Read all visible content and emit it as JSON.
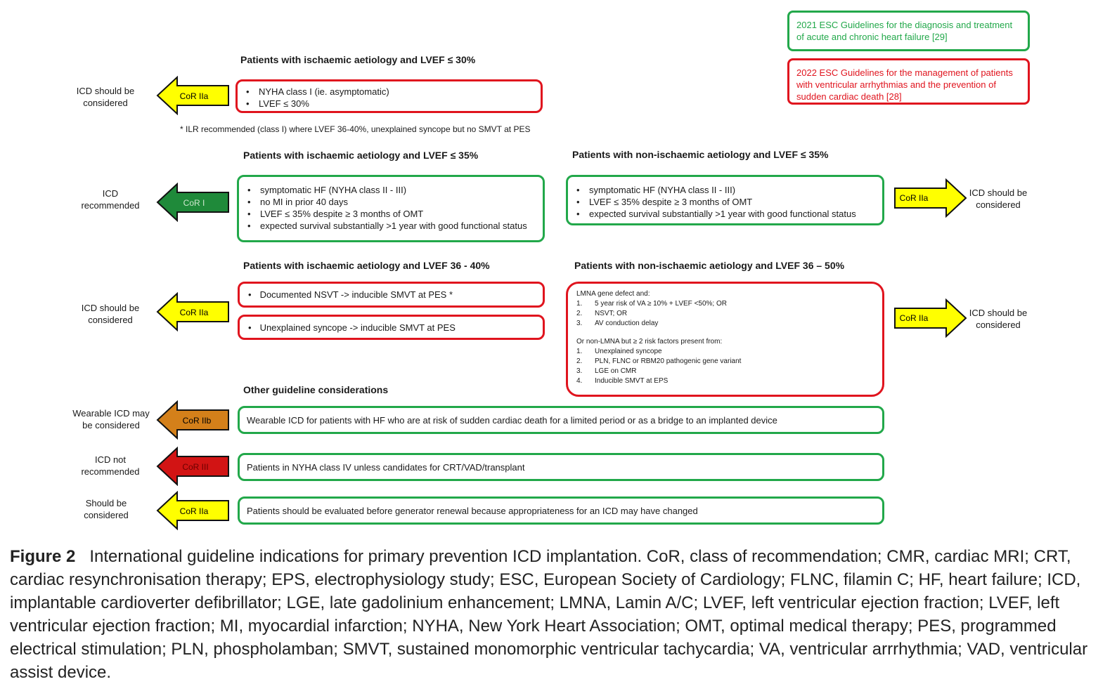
{
  "legend": {
    "esc2021": {
      "text": "2021 ESC Guidelines for the diagnosis and treatment of acute and chronic heart failure [29]",
      "color": "#22a84a"
    },
    "esc2022": {
      "text": "2022 ESC Guidelines for the management of patients with ventricular arrhythmias and the prevention of sudden cardiac death [28]",
      "color": "#e0141e"
    }
  },
  "colors": {
    "cor_I": "#1f8a3a",
    "cor_IIa": "#ffff00",
    "cor_IIb": "#d4801a",
    "cor_III": "#d21414"
  },
  "section1": {
    "heading": "Patients with ischaemic aetiology and LVEF ≤ 30%",
    "side_label": "ICD should be considered",
    "cor": "CoR IIa",
    "items": [
      "NYHA class I (ie. asymptomatic)",
      "LVEF ≤ 30%"
    ],
    "footnote": "* ILR recommended (class I) where LVEF 36-40%, unexplained syncope but no SMVT at PES"
  },
  "section2_left": {
    "heading": "Patients with ischaemic aetiology and LVEF ≤ 35%",
    "side_label": "ICD recommended",
    "cor": "CoR I",
    "items": [
      "symptomatic HF (NYHA class II - III)",
      "no MI in prior 40 days",
      "LVEF ≤ 35% despite ≥ 3 months of OMT",
      "expected survival substantially >1 year with good functional status"
    ]
  },
  "section2_right": {
    "heading": "Patients with non-ischaemic aetiology and LVEF ≤ 35%",
    "side_label": "ICD should be considered",
    "cor": "CoR IIa",
    "items": [
      "symptomatic HF (NYHA class II - III)",
      "LVEF ≤ 35% despite ≥ 3 months of OMT",
      "expected survival substantially >1 year with good functional status"
    ]
  },
  "section3_left": {
    "heading": "Patients with ischaemic aetiology and LVEF 36 - 40%",
    "side_label": "ICD should be considered",
    "cor": "CoR IIa",
    "box1": "Documented NSVT -> inducible SMVT at PES *",
    "box2": "Unexplained syncope -> inducible SMVT at PES"
  },
  "section3_right": {
    "heading": "Patients with non-ischaemic aetiology and LVEF 36 – 50%",
    "side_label": "ICD should be considered",
    "cor": "CoR IIa",
    "intro1": "LMNA gene defect and:",
    "list1": [
      {
        "n": "1.",
        "t": "5 year risk of VA ≥ 10% + LVEF <50%; OR"
      },
      {
        "n": "2.",
        "t": "NSVT; OR"
      },
      {
        "n": "3.",
        "t": "AV conduction delay"
      }
    ],
    "intro2": "Or non-LMNA but ≥ 2 risk factors present from:",
    "list2": [
      {
        "n": "1.",
        "t": "Unexplained syncope"
      },
      {
        "n": "2.",
        "t": "PLN, FLNC or RBM20 pathogenic gene variant"
      },
      {
        "n": "3.",
        "t": "LGE on CMR"
      },
      {
        "n": "4.",
        "t": "Inducible SMVT at EPS"
      }
    ]
  },
  "other": {
    "heading": "Other guideline considerations",
    "rows": [
      {
        "side_label": "Wearable ICD may be considered",
        "cor": "CoR IIb",
        "text": "Wearable ICD for patients with HF who are at risk of sudden cardiac death for a limited period or as a bridge to an implanted device"
      },
      {
        "side_label": "ICD not recommended",
        "cor": "CoR III",
        "text": "Patients in NYHA class IV unless candidates for CRT/VAD/transplant"
      },
      {
        "side_label": "Should be considered",
        "cor": "CoR IIa",
        "text": "Patients should be evaluated before generator renewal because appropriateness for an ICD may have changed"
      }
    ]
  },
  "caption": {
    "label": "Figure 2",
    "text": "International guideline indications for primary prevention ICD implantation. CoR, class of recommendation; CMR, cardiac MRI; CRT, cardiac resynchronisation therapy; EPS, electrophysiology study; ESC, European Society of Cardiology; FLNC, filamin C; HF, heart failure; ICD, implantable cardioverter defibrillator; LGE, late gadolinium enhancement; LMNA, Lamin A/C; LVEF, left ventricular ejection fraction; LVEF, left ventricular ejection fraction; MI, myocardial infarction; NYHA, New York Heart Association; OMT, optimal medical therapy; PES, programmed electrical stimulation; PLN, phospholamban; SMVT, sustained monomorphic ventricular tachycardia; VA, ventricular arrrhythmia; VAD, ventricular assist device."
  }
}
